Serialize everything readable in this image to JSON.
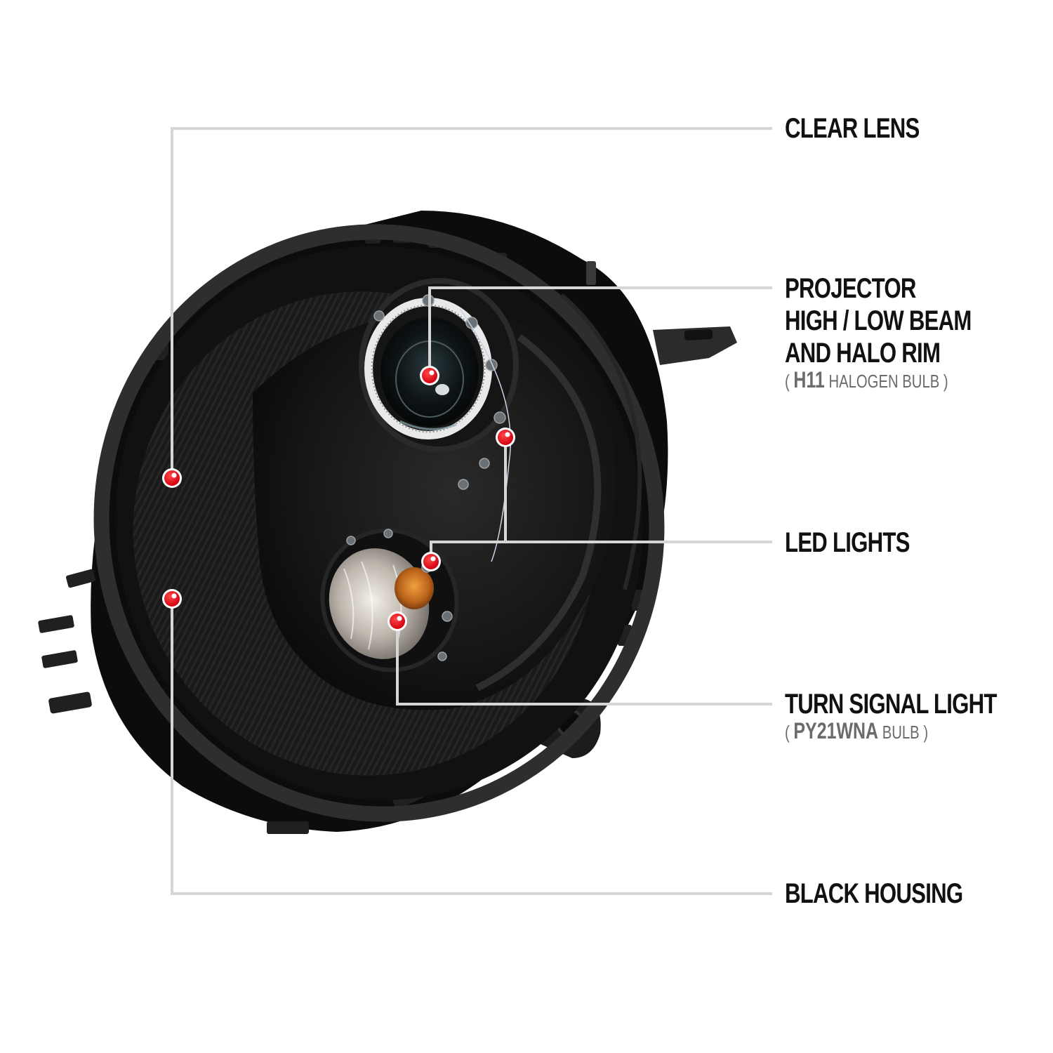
{
  "diagram": {
    "subject": "Black projector headlight",
    "colors": {
      "background": "#ffffff",
      "housing": "#0d0d0d",
      "callout_line": "#d6d6d6",
      "dot_fill": "#e00010",
      "dot_ring": "#ffffff",
      "label_text": "#111111",
      "sub_text": "#6b6b6b",
      "bulb_amber": "#c8731a"
    },
    "callouts": [
      {
        "id": "clear-lens",
        "lines": [
          "CLEAR LENS"
        ],
        "sub": null
      },
      {
        "id": "projector",
        "lines": [
          "PROJECTOR",
          "HIGH / LOW BEAM",
          "AND HALO RIM"
        ],
        "sub": {
          "open": "(",
          "strong": "H11",
          "rest": "HALOGEN BULB",
          "close": ")"
        }
      },
      {
        "id": "led-lights",
        "lines": [
          "LED LIGHTS"
        ],
        "sub": null
      },
      {
        "id": "turn-signal",
        "lines": [
          "TURN SIGNAL LIGHT"
        ],
        "sub": {
          "open": "(",
          "strong": "PY21WNA",
          "rest": "BULB",
          "close": ")"
        }
      },
      {
        "id": "black-housing",
        "lines": [
          "BLACK HOUSING"
        ],
        "sub": null
      }
    ]
  }
}
